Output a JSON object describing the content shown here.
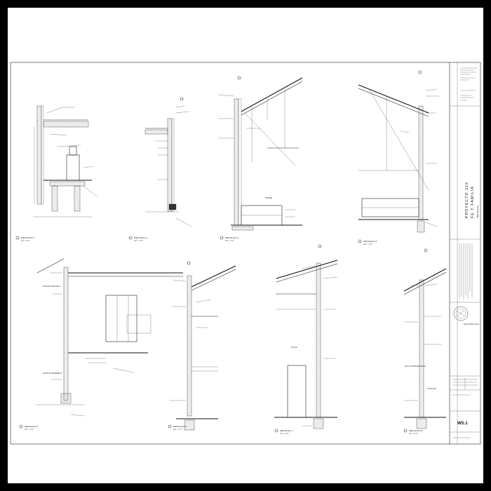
{
  "title_block": {
    "project_name": "PROYECTO 316",
    "subtitle": "FE Y FAMILIA",
    "sheet_title": "Wall Sections",
    "seal_label": "ELECTRONIC SEAL",
    "sheet_number": "WS.1"
  },
  "sections": [
    {
      "title": "Wall Section 1",
      "scale": "1/2\" = 1'-0\""
    },
    {
      "title": "Wall Section 2",
      "scale": "1/2\" = 1'-0\""
    },
    {
      "title": "Wall Section 3",
      "scale": "1/2\" = 1'-0\""
    },
    {
      "title": "Wall Section 4",
      "scale": "1/2\" = 1'-0\""
    },
    {
      "title": "Wall Section 5",
      "scale": "1/2\" = 1'-0\""
    },
    {
      "title": "Wall Section 6",
      "scale": "1/2\" = 1'-0\""
    },
    {
      "title": "Wall Section 7",
      "scale": "1/2\" = 1'-0\""
    },
    {
      "title": "Wall Section 8",
      "scale": "1/2\" = 1'-0\""
    }
  ],
  "labels": {
    "stage": "STAGE",
    "stage_small": "STAGE",
    "existing_building": "EXISTING BUILDING",
    "existing_basement": "EXISTING BASEMENT",
    "storage": "STORAGE",
    "multi_purpose_room": "MULTI PURPOSE ROOM"
  }
}
